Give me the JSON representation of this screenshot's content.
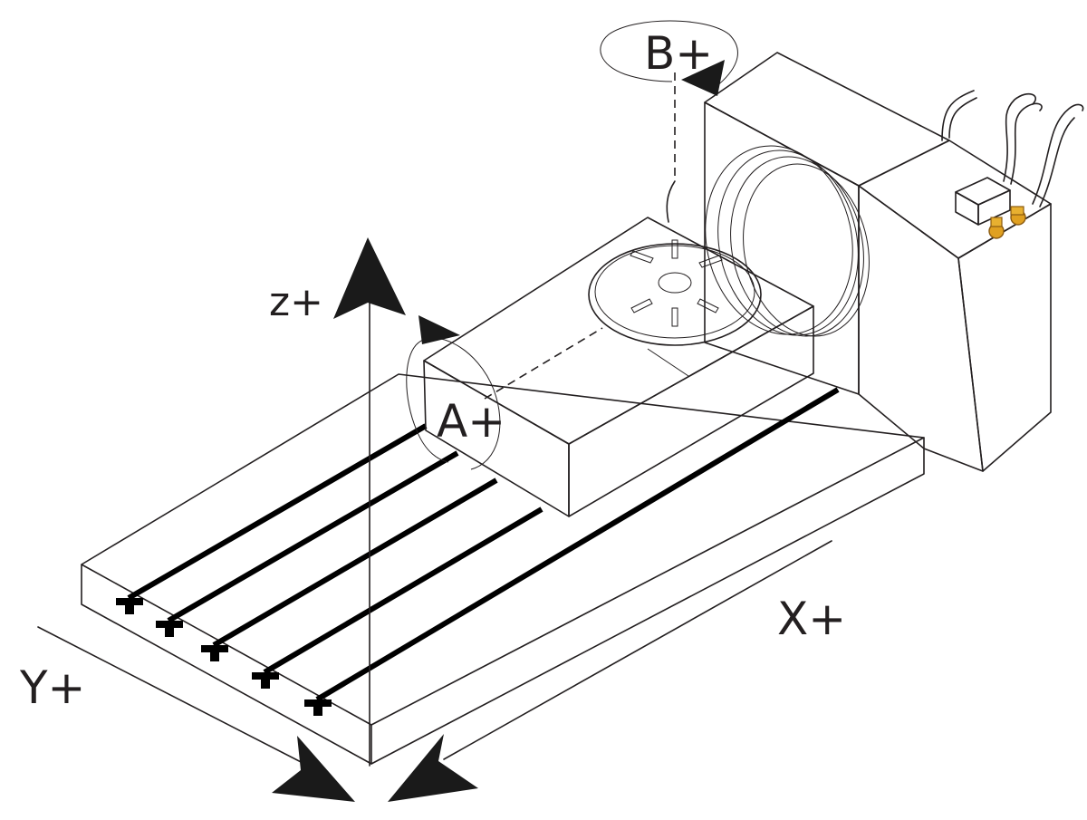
{
  "axes": {
    "z": "z+",
    "b": "B+",
    "a": "A+",
    "x": "X+",
    "y": "Y+"
  },
  "colors": {
    "line": "#231f20",
    "arrow": "#1a1a1a",
    "fitting": "#e0a020",
    "background": "#ffffff"
  }
}
